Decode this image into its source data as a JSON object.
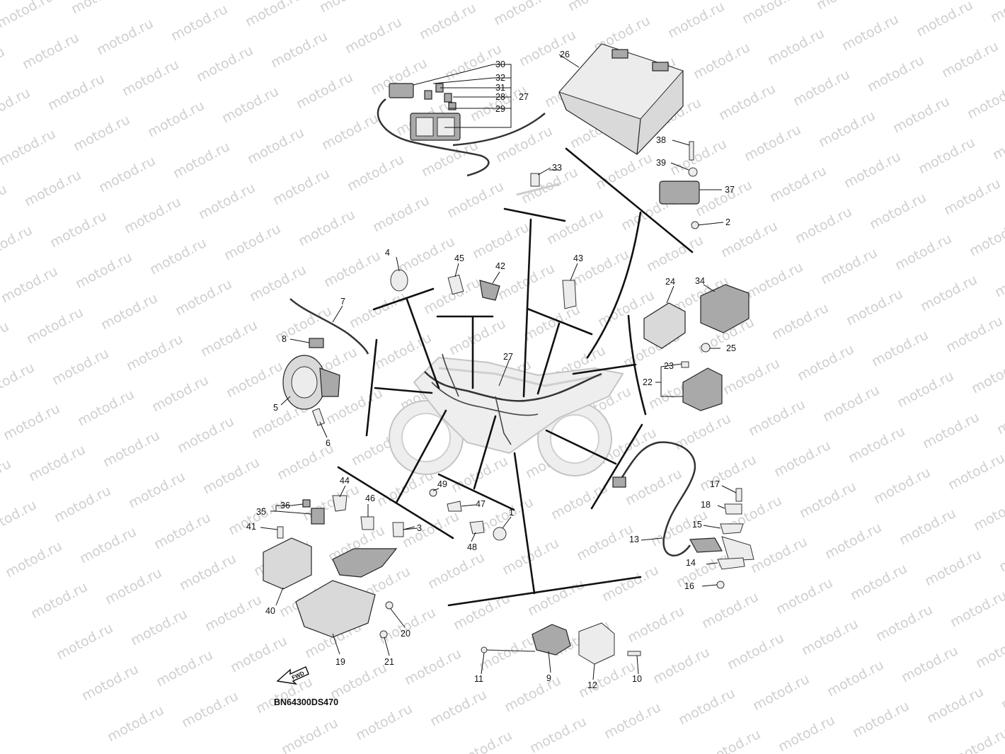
{
  "watermark": "motod.ru",
  "diagram_code": "BN64300DS470",
  "fwd_label": "FWD",
  "callouts": [
    "1",
    "2",
    "3",
    "4",
    "5",
    "6",
    "7",
    "8",
    "9",
    "10",
    "11",
    "12",
    "13",
    "14",
    "15",
    "16",
    "17",
    "18",
    "19",
    "20",
    "21",
    "22",
    "23",
    "24",
    "25",
    "26",
    "27",
    "27",
    "28",
    "29",
    "30",
    "31",
    "32",
    "33",
    "34",
    "35",
    "36",
    "37",
    "38",
    "39",
    "40",
    "41",
    "42",
    "43",
    "44",
    "45",
    "46",
    "47",
    "48",
    "49"
  ],
  "icons": {
    "battery": "battery-icon",
    "fuse_box": "fuse-box-icon",
    "horn": "horn-icon",
    "motorcycle": "motorcycle-silhouette",
    "fwd_arrow": "forward-arrow-icon"
  }
}
